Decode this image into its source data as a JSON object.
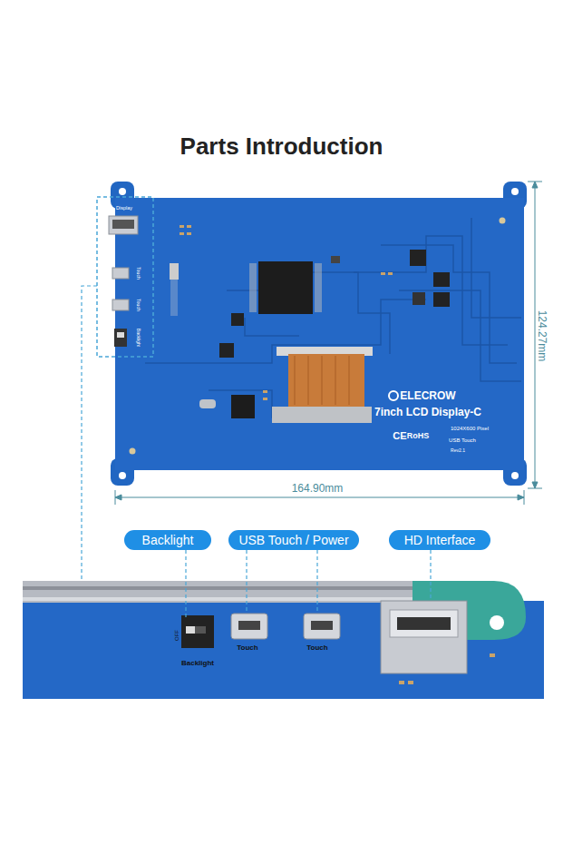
{
  "diagram": {
    "title": "Parts Introduction",
    "nodes": [
      {
        "text": [
          "Backlight"
        ]
      },
      {
        "text": [
          "USB Touch / Power"
        ]
      },
      {
        "text": [
          "HD Interface"
        ]
      }
    ],
    "labels": [
      "Display",
      "Touch",
      "Touch",
      "Backlight",
      "ELECROW",
      "7inch LCD Display-C",
      "CE",
      "RoHS",
      "1024X600 Pixel",
      "USB Touch",
      "Rev2.1",
      "164.90mm",
      "124.27mm",
      "Backlight",
      "Touch",
      "Touch",
      "OFF"
    ]
  }
}
